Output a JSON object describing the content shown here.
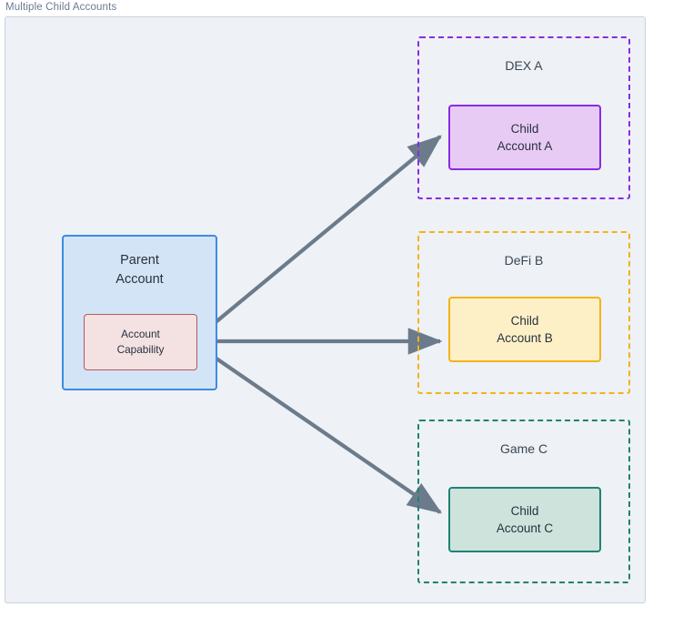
{
  "frame": {
    "title": "Multiple Child Accounts"
  },
  "colors": {
    "background": "#eef1f5",
    "frame_border": "#c8d1dd",
    "edge": "#6b7b8c",
    "parent_border": "#3d8ce0",
    "parent_fill": "#d4e4f7",
    "capability_border": "#b3585c",
    "capability_fill": "#f4e2e2",
    "group_a": "#8a2be2",
    "group_b": "#f2b418",
    "group_c": "#1f8272",
    "child_a_fill": "#e8cbf5",
    "child_b_fill": "#fdf0c7",
    "child_c_fill": "#cde3db",
    "text": "#28323e"
  },
  "parent": {
    "label_line1": "Parent",
    "label_line2": "Account",
    "capability": {
      "label_line1": "Account",
      "label_line2": "Capability"
    }
  },
  "groups": [
    {
      "id": "dex-a",
      "title": "DEX A",
      "child": {
        "label_line1": "Child",
        "label_line2": "Account A"
      }
    },
    {
      "id": "defi-b",
      "title": "DeFi B",
      "child": {
        "label_line1": "Child",
        "label_line2": "Account B"
      }
    },
    {
      "id": "game-c",
      "title": "Game C",
      "child": {
        "label_line1": "Child",
        "label_line2": "Account C"
      }
    }
  ],
  "edges": [
    {
      "from": "account-capability",
      "to": "child-account-a"
    },
    {
      "from": "account-capability",
      "to": "child-account-b"
    },
    {
      "from": "account-capability",
      "to": "child-account-c"
    }
  ]
}
